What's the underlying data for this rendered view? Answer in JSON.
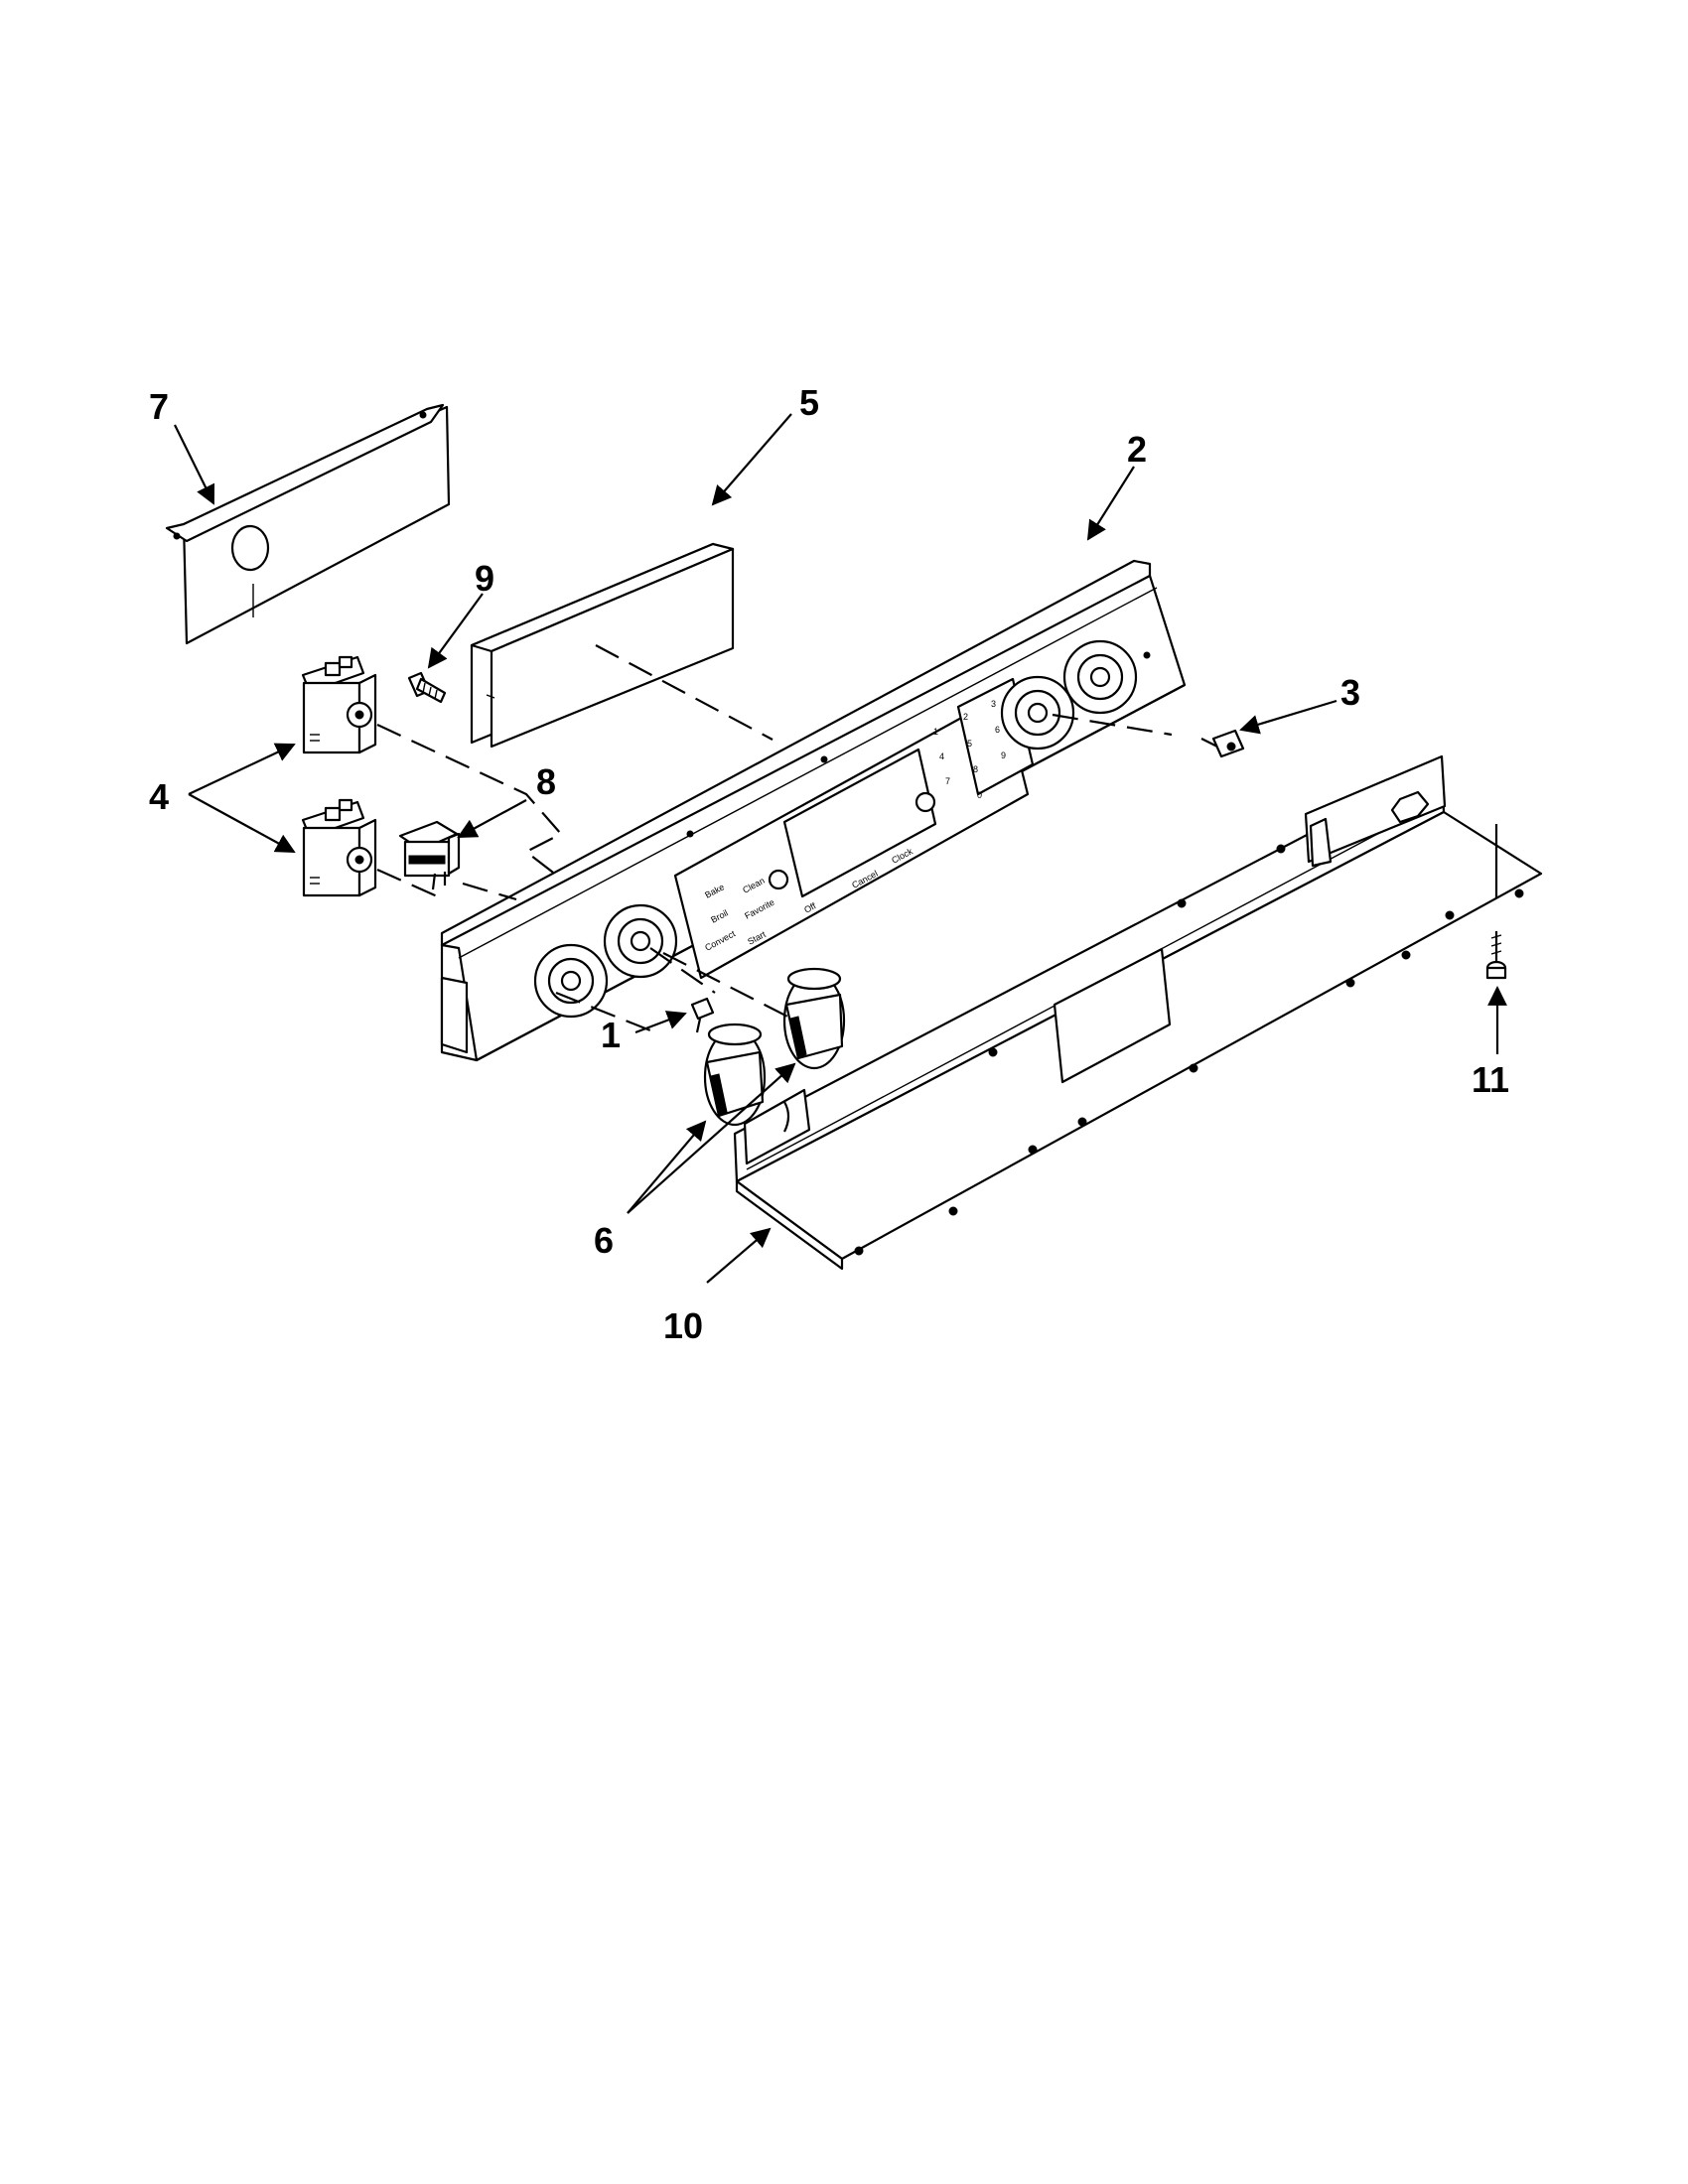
{
  "callouts": [
    "1",
    "2",
    "3",
    "4",
    "5",
    "6",
    "7",
    "8",
    "9",
    "10",
    "11"
  ],
  "panel_labels": [
    "Bake",
    "Broil",
    "Convect",
    "Clean",
    "Favorite",
    "Start",
    "Cancel",
    "Off",
    "Clock"
  ],
  "keypad": [
    "1",
    "2",
    "3",
    "4",
    "5",
    "6",
    "7",
    "8",
    "9",
    "0"
  ]
}
